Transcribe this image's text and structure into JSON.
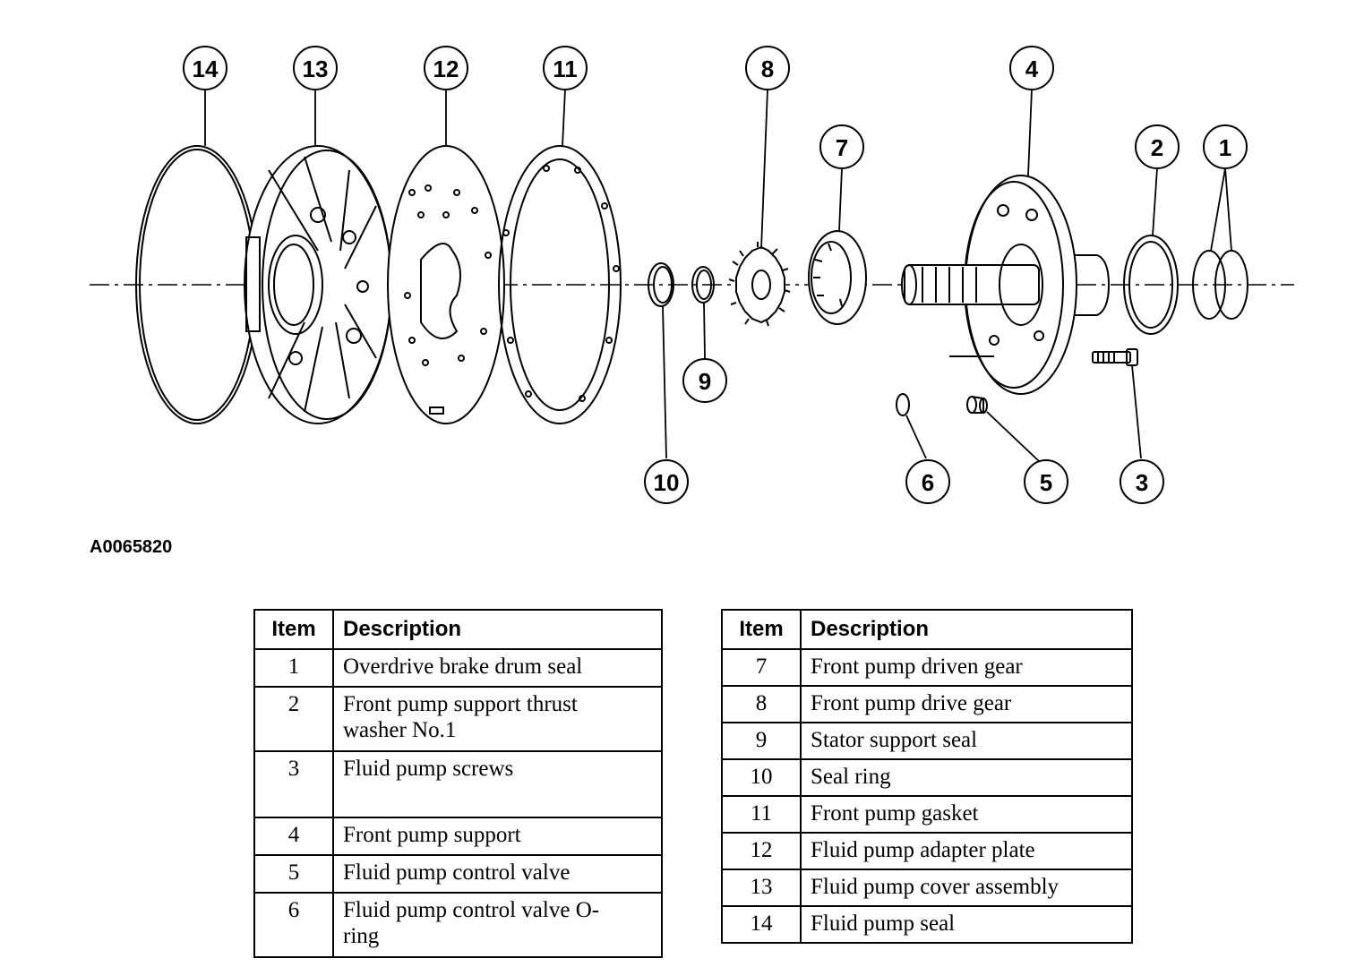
{
  "figure_id": "A0065820",
  "callouts": [
    "1",
    "2",
    "3",
    "4",
    "5",
    "6",
    "7",
    "8",
    "9",
    "10",
    "11",
    "12",
    "13",
    "14"
  ],
  "table_left": {
    "header": {
      "item": "Item",
      "description": "Description"
    },
    "rows": [
      {
        "item": "1",
        "description": "Overdrive brake drum seal"
      },
      {
        "item": "2",
        "description": "Front pump support thrust washer No.1"
      },
      {
        "item": "3",
        "description": "Fluid pump screws"
      },
      {
        "item": "4",
        "description": "Front pump support"
      },
      {
        "item": "5",
        "description": "Fluid pump control valve"
      },
      {
        "item": "6",
        "description": "Fluid pump control valve O-ring"
      }
    ]
  },
  "table_right": {
    "header": {
      "item": "Item",
      "description": "Description"
    },
    "rows": [
      {
        "item": "7",
        "description": "Front pump driven gear"
      },
      {
        "item": "8",
        "description": "Front pump drive gear"
      },
      {
        "item": "9",
        "description": "Stator support seal"
      },
      {
        "item": "10",
        "description": "Seal ring"
      },
      {
        "item": "11",
        "description": "Front pump gasket"
      },
      {
        "item": "12",
        "description": "Fluid pump adapter plate"
      },
      {
        "item": "13",
        "description": "Fluid pump cover assembly"
      },
      {
        "item": "14",
        "description": "Fluid pump seal"
      }
    ]
  }
}
